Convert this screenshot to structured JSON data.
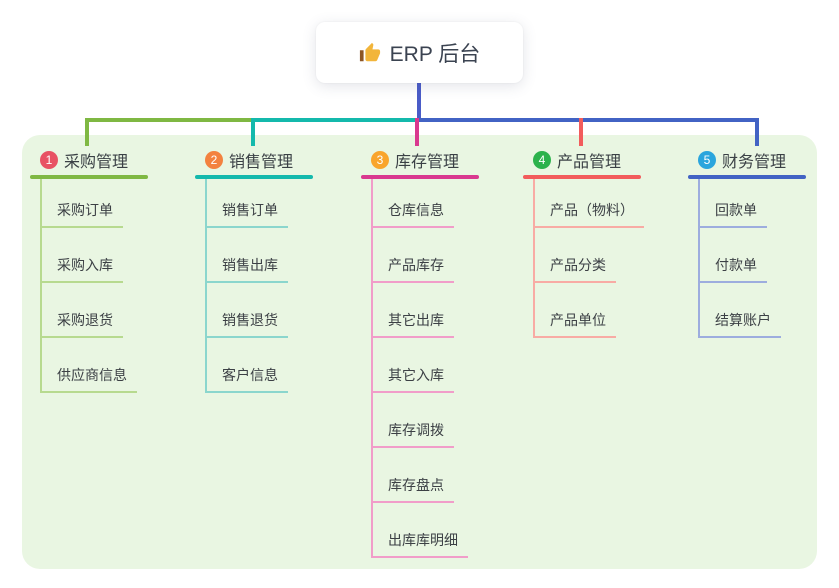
{
  "root_node": {
    "icon_name": "thumbs-up-icon",
    "title": "ERP 后台"
  },
  "branches": [
    {
      "number": "1",
      "label": "采购管理",
      "badge_color": "#e85263",
      "line_color": "#7fb843",
      "line_light_color": "#b7da8f",
      "children": [
        "采购订单",
        "采购入库",
        "采购退货",
        "供应商信息"
      ]
    },
    {
      "number": "2",
      "label": "销售管理",
      "badge_color": "#f3823f",
      "line_color": "#14b9ac",
      "line_light_color": "#8bd6cd",
      "children": [
        "销售订单",
        "销售出库",
        "销售退货",
        "客户信息"
      ]
    },
    {
      "number": "3",
      "label": "库存管理",
      "badge_color": "#f9a52c",
      "line_color": "#d9398f",
      "line_light_color": "#f19dc9",
      "children": [
        "仓库信息",
        "产品库存",
        "其它出库",
        "其它入库",
        "库存调拨",
        "库存盘点",
        "出库库明细"
      ]
    },
    {
      "number": "4",
      "label": "产品管理",
      "badge_color": "#2cb24c",
      "line_color": "#f25c5c",
      "line_light_color": "#f8aba4",
      "children": [
        "产品（物料）",
        "产品分类",
        "产品单位"
      ]
    },
    {
      "number": "5",
      "label": "财务管理",
      "badge_color": "#2aa5dd",
      "line_color": "#4263c4",
      "line_light_color": "#9dadde",
      "children": [
        "回款单",
        "付款单",
        "结算账户"
      ]
    }
  ],
  "colors": {
    "canvas_bg": "#ffffff",
    "panel_bg": "#e9f6e2",
    "root_connector": "#4a5cc8",
    "root_title": "#3b4351",
    "branch_label": "#3a4045",
    "child_label": "#3c4045"
  }
}
